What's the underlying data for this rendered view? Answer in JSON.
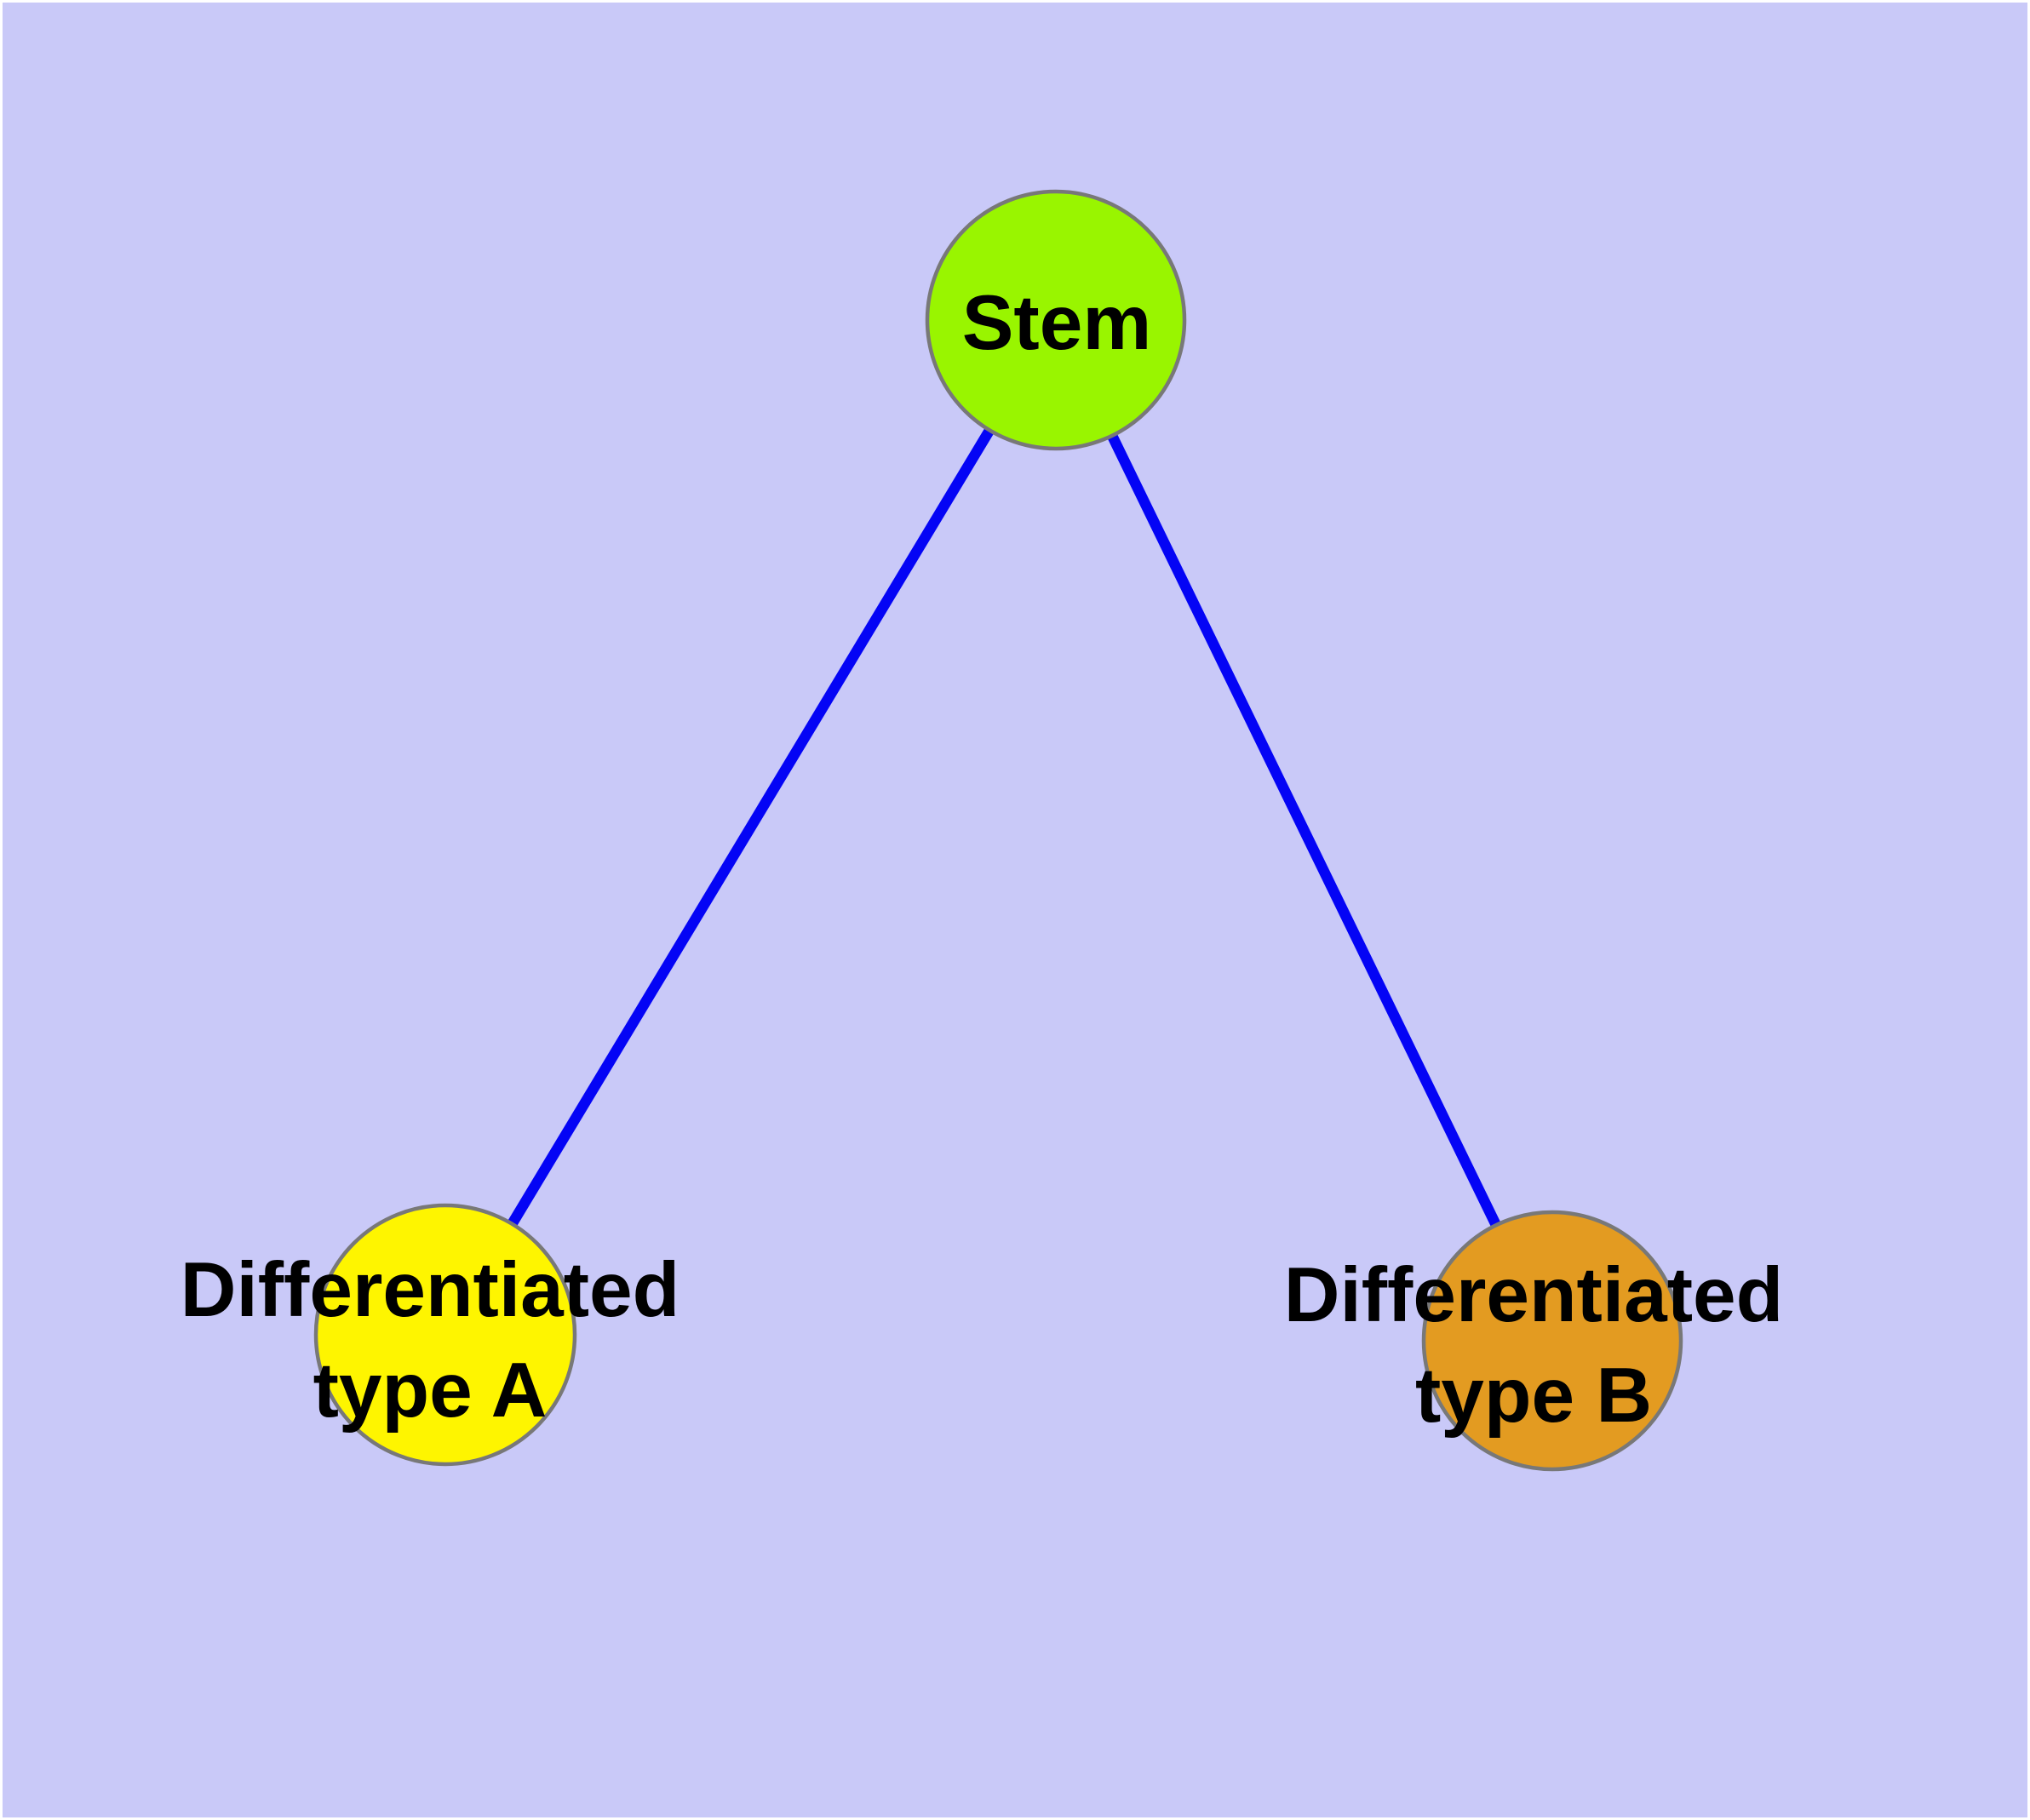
{
  "colors": {
    "page_margin": "#ffffff",
    "background": "#c9c9f8",
    "edge": "#0404f5",
    "node_border": "#787878",
    "label_text": "#000000"
  },
  "nodes": {
    "stem": {
      "label_lines": [
        "Stem"
      ],
      "fill": "#99f500"
    },
    "type_a": {
      "label_lines": [
        "Differentiated",
        "type A"
      ],
      "fill": "#fef500"
    },
    "type_b": {
      "label_lines": [
        "Differentiated",
        "type B"
      ],
      "fill": "#e39b21"
    }
  },
  "edges": [
    {
      "from": "Stem",
      "to": "Differentiated type A"
    },
    {
      "from": "Stem",
      "to": "Differentiated type B"
    }
  ]
}
